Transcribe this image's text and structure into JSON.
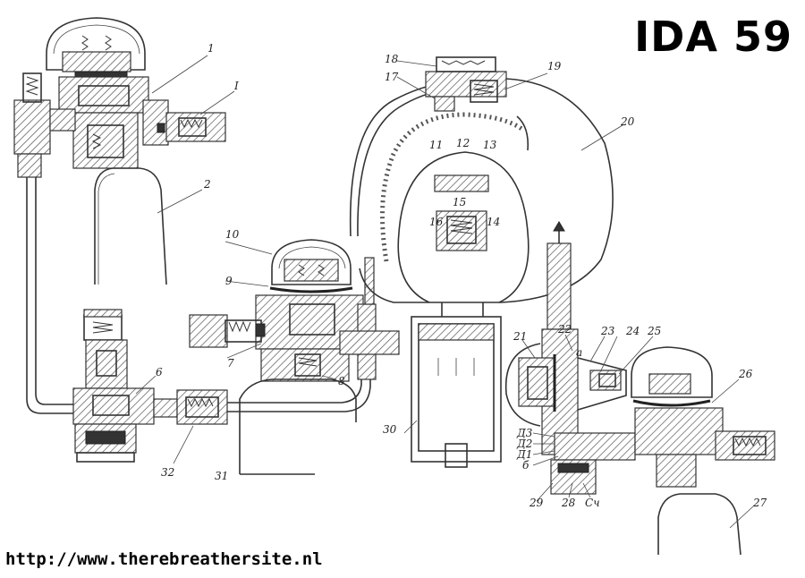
{
  "title": "IDA 59",
  "url": "http://www.therebreathersite.nl",
  "labels": {
    "l1": "1",
    "lI": "I",
    "l2": "2",
    "l3": "10",
    "l9": "9",
    "l7": "7",
    "l8": "8",
    "l6": "6",
    "l32": "32",
    "l31": "31",
    "l30": "30",
    "l18": "18",
    "l17": "17",
    "l19": "19",
    "l20": "20",
    "l11": "11",
    "l12": "12",
    "l13": "13",
    "l15": "15",
    "l16": "16",
    "l14": "14",
    "l21": "21",
    "l22": "22",
    "la": "a",
    "l23": "23",
    "l24": "24",
    "l25": "25",
    "l26": "26",
    "lD3": "Д3",
    "lD2": "Д2",
    "lD1": "Д1",
    "lb": "б",
    "l29": "29",
    "l28": "28",
    "lC4": "Сч",
    "l27": "27"
  }
}
